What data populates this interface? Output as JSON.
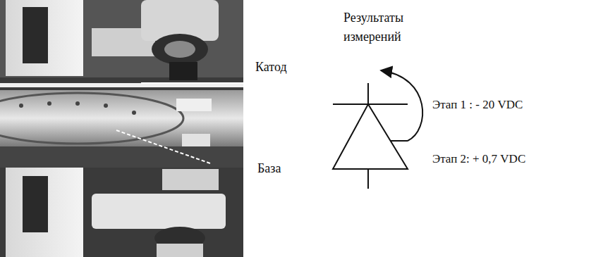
{
  "diagram": {
    "labels": [
      "Катод",
      "База",
      "Результаты измерений",
      "Этап 1 : - 20 VDC",
      "Этап 2: + 0,7 VDC"
    ]
  }
}
